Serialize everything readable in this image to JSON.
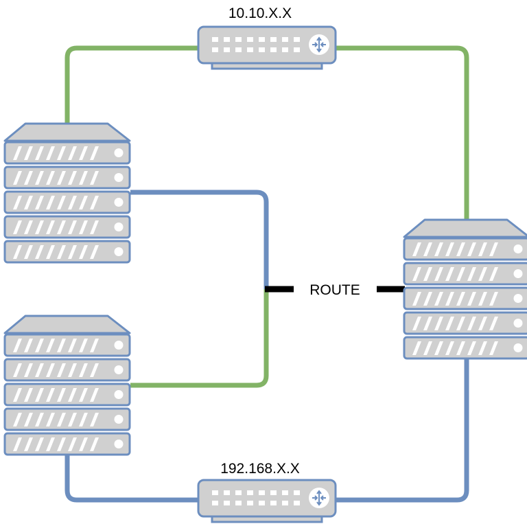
{
  "labels": {
    "switch_top": "10.10.X.X",
    "switch_bottom": "192.168.X.X",
    "route": "ROUTE"
  },
  "colors": {
    "green_link": "#82b366",
    "blue_link": "#6c8ebf",
    "device_fill": "#d0d0d0",
    "device_stroke": "#6c8ebf",
    "route_mark": "#000000"
  },
  "icons": {
    "switch": "network-switch-icon",
    "server": "server-rack-icon"
  }
}
